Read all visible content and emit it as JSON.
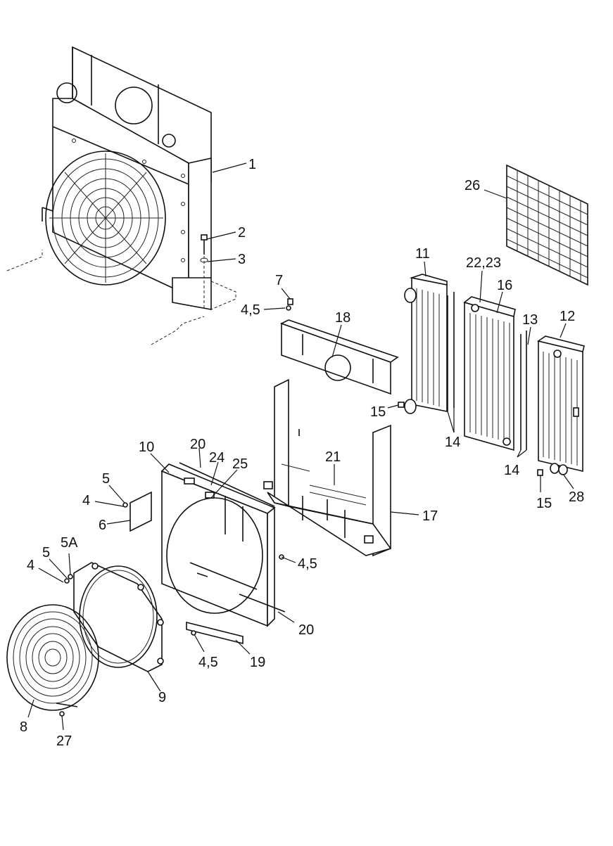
{
  "diagram": {
    "callouts": {
      "c1": "1",
      "c2": "2",
      "c3": "3",
      "c4a": "4",
      "c4b": "4",
      "c45a": "4,5",
      "c45b": "4,5",
      "c45c": "4,5",
      "c5a": "5",
      "c5b": "5",
      "c5A": "5A",
      "c6": "6",
      "c7": "7",
      "c8": "8",
      "c9": "9",
      "c10": "10",
      "c11": "11",
      "c12": "12",
      "c13": "13",
      "c14a": "14",
      "c14b": "14",
      "c15a": "15",
      "c15b": "15",
      "c16": "16",
      "c17": "17",
      "c18": "18",
      "c19": "19",
      "c20a": "20",
      "c20b": "20",
      "c21": "21",
      "c2223": "22,23",
      "c24": "24",
      "c25": "25",
      "c26": "26",
      "c27": "27",
      "c28": "28"
    }
  }
}
